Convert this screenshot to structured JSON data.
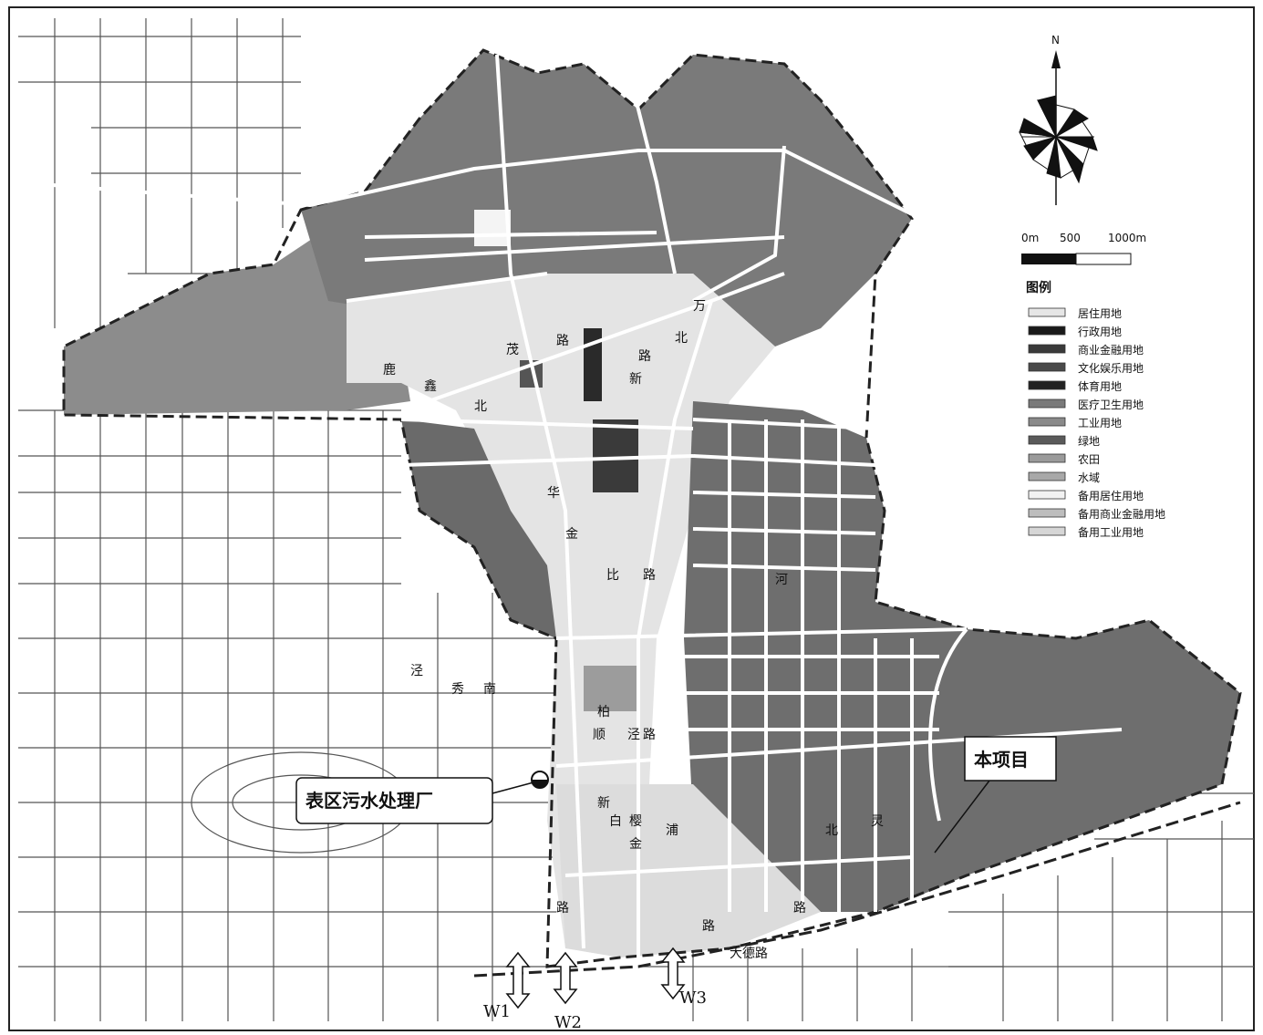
{
  "compass": {
    "north_label": "N"
  },
  "scale_bar": {
    "labels": [
      "0m",
      "500",
      "1000m"
    ]
  },
  "legend": {
    "title": "图例",
    "items": [
      {
        "label": "居住用地",
        "color": "#e6e6e6"
      },
      {
        "label": "行政用地",
        "color": "#1a1a1a"
      },
      {
        "label": "商业金融用地",
        "color": "#3a3a3a"
      },
      {
        "label": "文化娱乐用地",
        "color": "#4a4a4a"
      },
      {
        "label": "体育用地",
        "color": "#222222"
      },
      {
        "label": "医疗卫生用地",
        "color": "#7a7a7a"
      },
      {
        "label": "工业用地",
        "color": "#8a8a8a"
      },
      {
        "label": "绿地",
        "color": "#5a5a5a"
      },
      {
        "label": "农田",
        "color": "#9a9a9a"
      },
      {
        "label": "水域",
        "color": "#a8a8a8"
      },
      {
        "label": "备用居住用地",
        "color": "#f2f2f2"
      },
      {
        "label": "备用商业金融用地",
        "color": "#bdbdbd"
      },
      {
        "label": "备用工业用地",
        "color": "#d6d6d6"
      }
    ]
  },
  "labels": {
    "wwtp": "表区污水处理厂",
    "project": "本项目",
    "outfalls": [
      "W1",
      "W2",
      "W3"
    ]
  },
  "road_chars": [
    "鑫",
    "茂",
    "北",
    "路",
    "新",
    "北",
    "路",
    "万",
    "华",
    "金",
    "比",
    "路",
    "柏",
    "泾",
    "路",
    "顺",
    "新",
    "樱",
    "浦",
    "金",
    "白",
    "北",
    "河",
    "灵",
    "鹿",
    "路",
    "大德路",
    "路",
    "泾",
    "秀",
    "南",
    "路"
  ]
}
